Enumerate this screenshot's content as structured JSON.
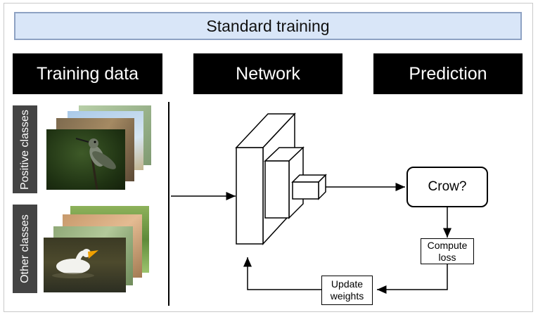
{
  "title": "Standard training",
  "headers": {
    "training_data": "Training data",
    "network": "Network",
    "prediction": "Prediction"
  },
  "side_labels": {
    "positive": "Positive classes",
    "other": "Other classes"
  },
  "prediction_output": "Crow?",
  "compute_loss": "Compute loss",
  "update_weights": "Update weights",
  "colors": {
    "banner_fill": "#d9e6f8",
    "banner_border": "#8ea2c3",
    "header_fill": "#000000",
    "side_fill": "#444444"
  }
}
